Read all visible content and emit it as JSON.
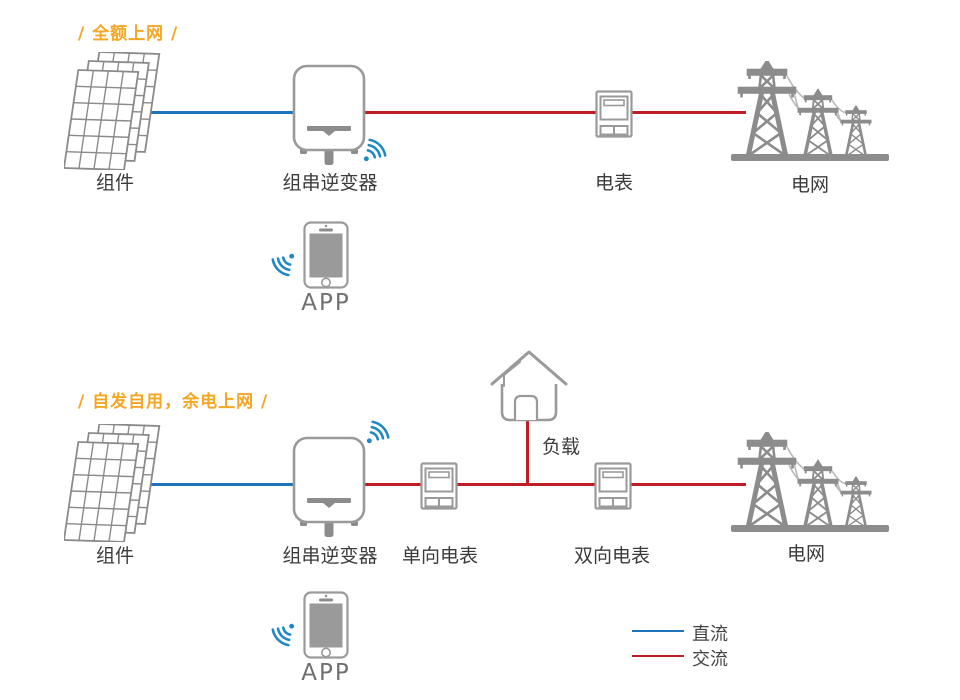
{
  "colors": {
    "dc_line": "#1E74BB",
    "ac_line": "#BE1E24",
    "title_orange": "#F5A623",
    "outline_gray": "#9A9A9A",
    "solid_gray": "#8C8C8C",
    "wifi_blue": "#1E88C7",
    "label_text": "#3B3B3B"
  },
  "scenario_top": {
    "title": "/ 全额上网 /",
    "panel_label": "组件",
    "inverter_label": "组串逆变器",
    "meter_label": "电表",
    "grid_label": "电网",
    "app_label": "APP"
  },
  "scenario_bottom": {
    "title": "/ 自发自用，余电上网 /",
    "panel_label": "组件",
    "inverter_label": "组串逆变器",
    "meter_one_way_label": "单向电表",
    "load_label": "负载",
    "meter_two_way_label": "双向电表",
    "grid_label": "电网",
    "app_label": "APP"
  },
  "legend": {
    "dc_label": "直流",
    "ac_label": "交流"
  }
}
